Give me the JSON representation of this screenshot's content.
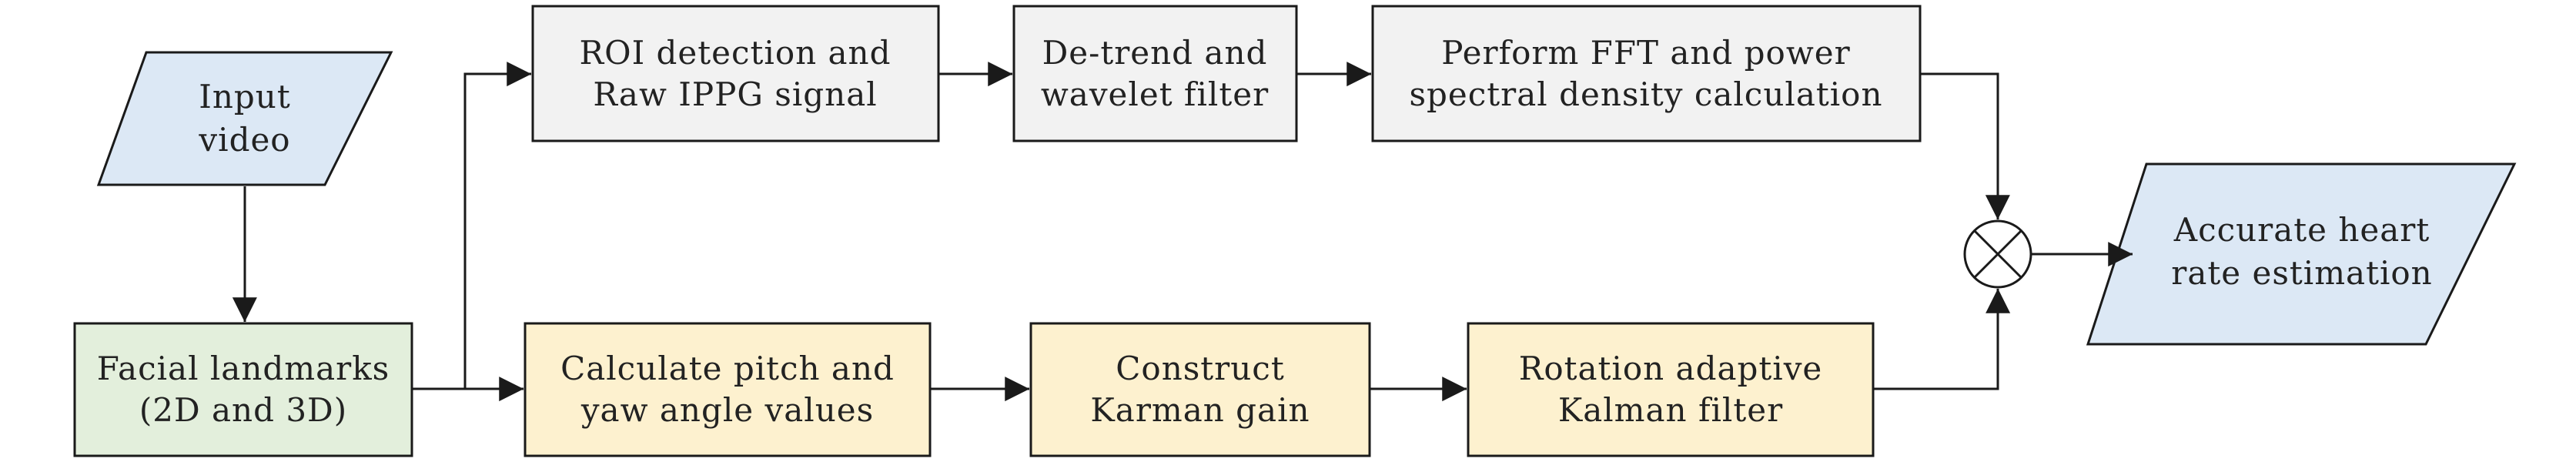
{
  "colors": {
    "io_fill": "#dce8f5",
    "landmarks_fill": "#e3efdc",
    "processing_fill": "#f2f2f2",
    "kalman_fill": "#fdf1cf",
    "stroke": "#1a1a1a"
  },
  "nodes": {
    "input_video": {
      "line1": "Input",
      "line2": "video"
    },
    "facial_landmarks": {
      "line1": "Facial landmarks",
      "line2": "(2D and 3D)"
    },
    "roi_detection": {
      "line1": "ROI detection and",
      "line2": "Raw IPPG signal"
    },
    "detrend": {
      "line1": "De-trend and",
      "line2": "wavelet filter"
    },
    "fft": {
      "line1": "Perform FFT and power",
      "line2": "spectral density calculation"
    },
    "pitch_yaw": {
      "line1": "Calculate pitch and",
      "line2": "yaw angle values"
    },
    "karman_gain": {
      "line1": "Construct",
      "line2": "Karman gain"
    },
    "kalman_filter": {
      "line1": "Rotation adaptive",
      "line2": "Kalman filter"
    },
    "heart_rate": {
      "line1": "Accurate heart",
      "line2": "rate estimation"
    }
  },
  "combiner_icon": "circled-times-icon"
}
